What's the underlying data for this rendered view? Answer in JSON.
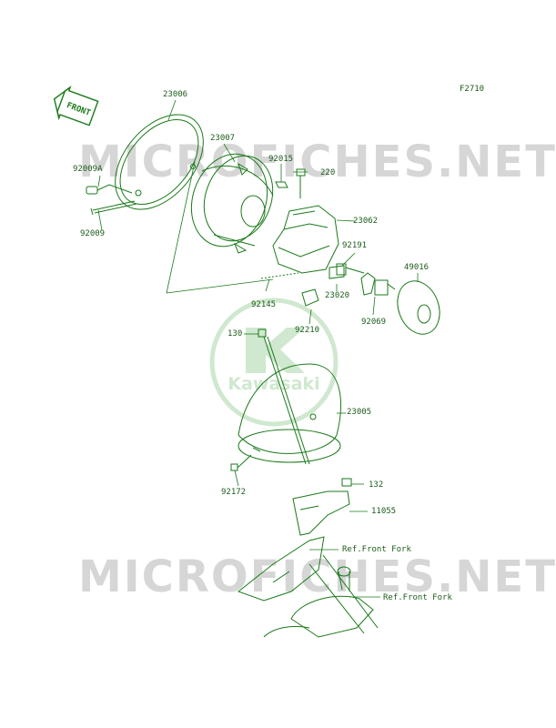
{
  "figure_code": "F2710",
  "front_badge": "FRONT",
  "watermark_text": "MICROFICHES.NET",
  "logo_text": "Kawasaki",
  "colors": {
    "line": "#1a7a1a",
    "label": "#1a5c1a",
    "watermark": "#d6d6d6",
    "logo": "#cfe8cf"
  },
  "parts": [
    {
      "id": "23006",
      "label": "23006"
    },
    {
      "id": "23007",
      "label": "23007"
    },
    {
      "id": "92015",
      "label": "92015"
    },
    {
      "id": "220",
      "label": "220"
    },
    {
      "id": "92009A",
      "label": "92009A"
    },
    {
      "id": "92009",
      "label": "92009"
    },
    {
      "id": "23062",
      "label": "23062"
    },
    {
      "id": "92191",
      "label": "92191"
    },
    {
      "id": "49016",
      "label": "49016"
    },
    {
      "id": "92145",
      "label": "92145"
    },
    {
      "id": "23020",
      "label": "23020"
    },
    {
      "id": "92210",
      "label": "92210"
    },
    {
      "id": "92069",
      "label": "92069"
    },
    {
      "id": "130",
      "label": "130"
    },
    {
      "id": "23005",
      "label": "23005"
    },
    {
      "id": "132",
      "label": "132"
    },
    {
      "id": "92172",
      "label": "92172"
    },
    {
      "id": "11055",
      "label": "11055"
    },
    {
      "id": "ref1",
      "label": "Ref.Front Fork"
    },
    {
      "id": "ref2",
      "label": "Ref.Front Fork"
    }
  ]
}
